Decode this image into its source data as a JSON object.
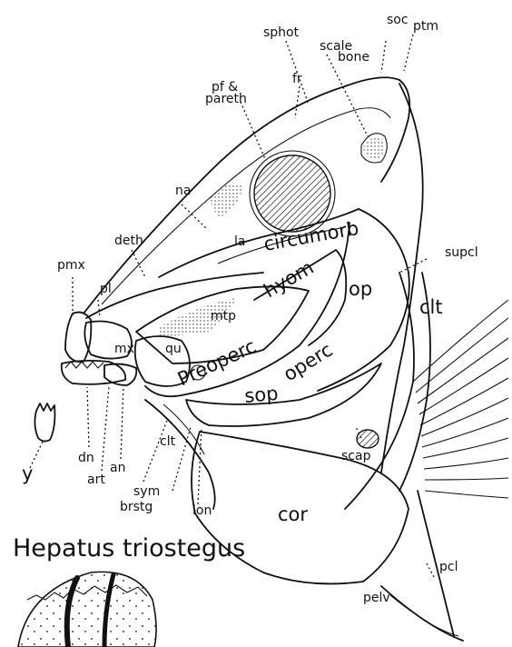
{
  "title": "Hepatus triostegus",
  "labels": {
    "soc": "soc",
    "ptm": "ptm",
    "sphot": "sphot",
    "scale_bone_1": "scale",
    "scale_bone_2": "bone",
    "pf_pareth_1": "pf &",
    "pf_pareth_2": "pareth",
    "fr": "fr",
    "na": "na",
    "deth": "deth",
    "la": "la",
    "circumorb": "circumorb",
    "supcl": "supcl",
    "pmx": "pmx",
    "pl": "pl",
    "hyom": "hyom",
    "op": "op",
    "mtp": "mtp",
    "clt_upper": "clt",
    "mx": "mx",
    "qu": "qu",
    "preoperc": "Preoperc",
    "operc": "operc",
    "sop": "sop",
    "y": "y",
    "dn": "dn",
    "art": "art",
    "an": "an",
    "sym": "sym",
    "clt_lower": "clt",
    "scap": "scap",
    "brstg": "brstg",
    "ion": "ion",
    "cor": "cor",
    "pcl": "pcl",
    "pelv": "pelv"
  }
}
